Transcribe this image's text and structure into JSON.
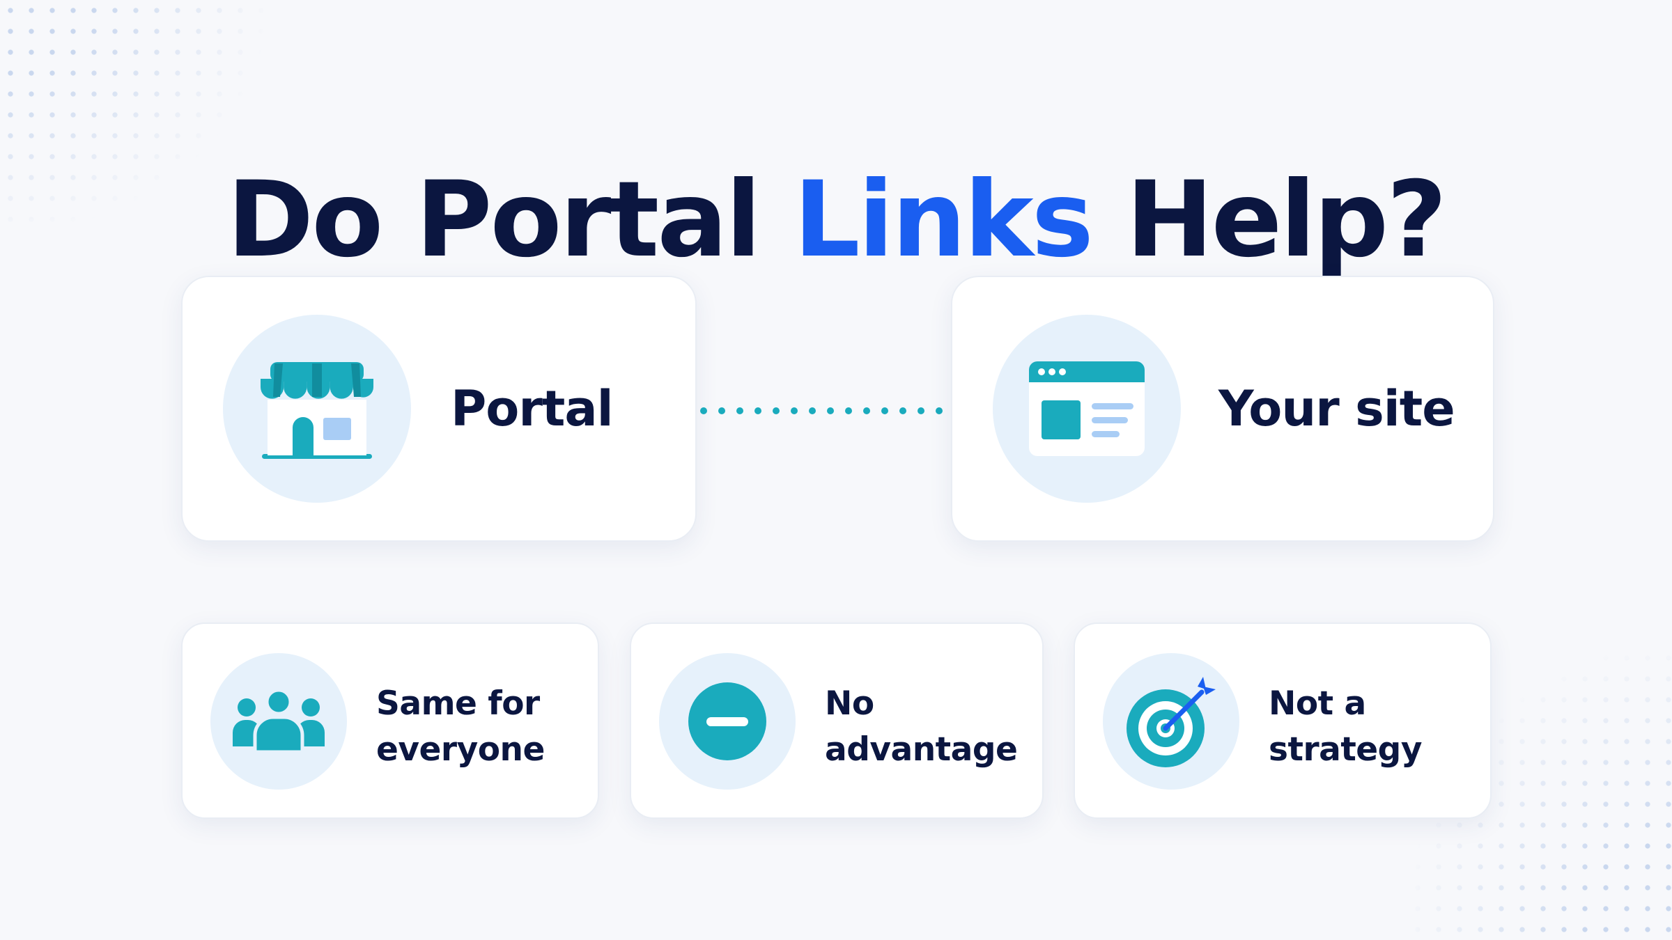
{
  "title": {
    "part1": "Do Portal ",
    "accent": "Links",
    "part2": " Help?"
  },
  "nodes": {
    "portal": {
      "label": "Portal",
      "icon": "storefront-icon"
    },
    "site": {
      "label": "Your site",
      "icon": "website-icon"
    }
  },
  "points": [
    {
      "line1": "Same for",
      "line2": "everyone",
      "icon": "group-icon"
    },
    {
      "line1": "No",
      "line2": "advantage",
      "icon": "minus-circle-icon"
    },
    {
      "line1": "Not a",
      "line2": "strategy",
      "icon": "target-icon"
    }
  ],
  "colors": {
    "heading": "#0b1640",
    "accent": "#1a5ef0",
    "teal": "#1aabbd",
    "icon_bg": "#e6f1fb"
  }
}
